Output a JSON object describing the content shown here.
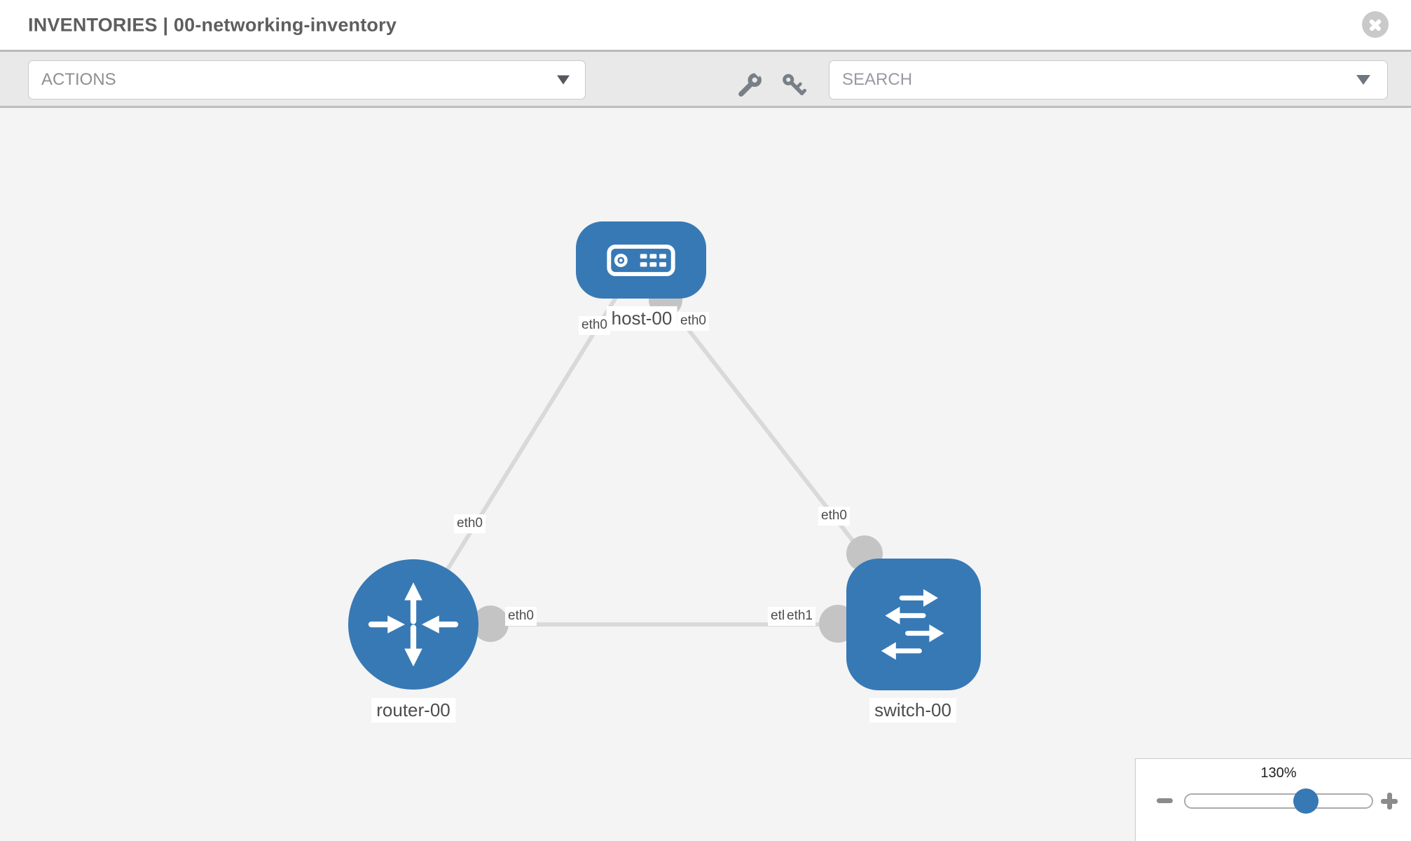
{
  "header": {
    "title": "INVENTORIES | 00-networking-inventory",
    "close_icon": "circle-x"
  },
  "toolbar": {
    "actions_label": "ACTIONS",
    "search_placeholder": "SEARCH",
    "tool_icons": [
      "wrench",
      "key"
    ]
  },
  "topology": {
    "nodes": {
      "host": {
        "label": "host-00",
        "type": "host",
        "icon": "host-device-icon"
      },
      "router": {
        "label": "router-00",
        "type": "router",
        "icon": "router-arrows-icon"
      },
      "switch": {
        "label": "switch-00",
        "type": "switch",
        "icon": "switch-arrows-icon"
      }
    },
    "links": [
      {
        "from": "host",
        "to": "router",
        "from_iface": "eth0",
        "to_iface": "eth0"
      },
      {
        "from": "host",
        "to": "switch",
        "from_iface": "eth0",
        "to_iface": "eth0"
      },
      {
        "from": "router",
        "to": "switch",
        "from_iface": "eth0",
        "to_iface": "eth1"
      }
    ],
    "iface_labels": {
      "host_near_left": "eth0",
      "host_near_right": "eth0",
      "host_router_mid": "eth0",
      "host_switch_mid": "eth0",
      "router_switch_near_router": "eth0",
      "router_switch_near_switch_back": "eth0",
      "router_switch_near_switch": "eth1"
    }
  },
  "zoom_control": {
    "level": "130%",
    "minus_icon": "minus",
    "plus_icon": "plus"
  },
  "colors": {
    "node_blue": "#3779b5",
    "link_gray": "#d9d9d9",
    "port_gray": "#c4c4c4",
    "canvas_bg": "#f4f4f4",
    "toolbar_bg": "#e9e9e9",
    "icon_gray": "#787f87"
  }
}
